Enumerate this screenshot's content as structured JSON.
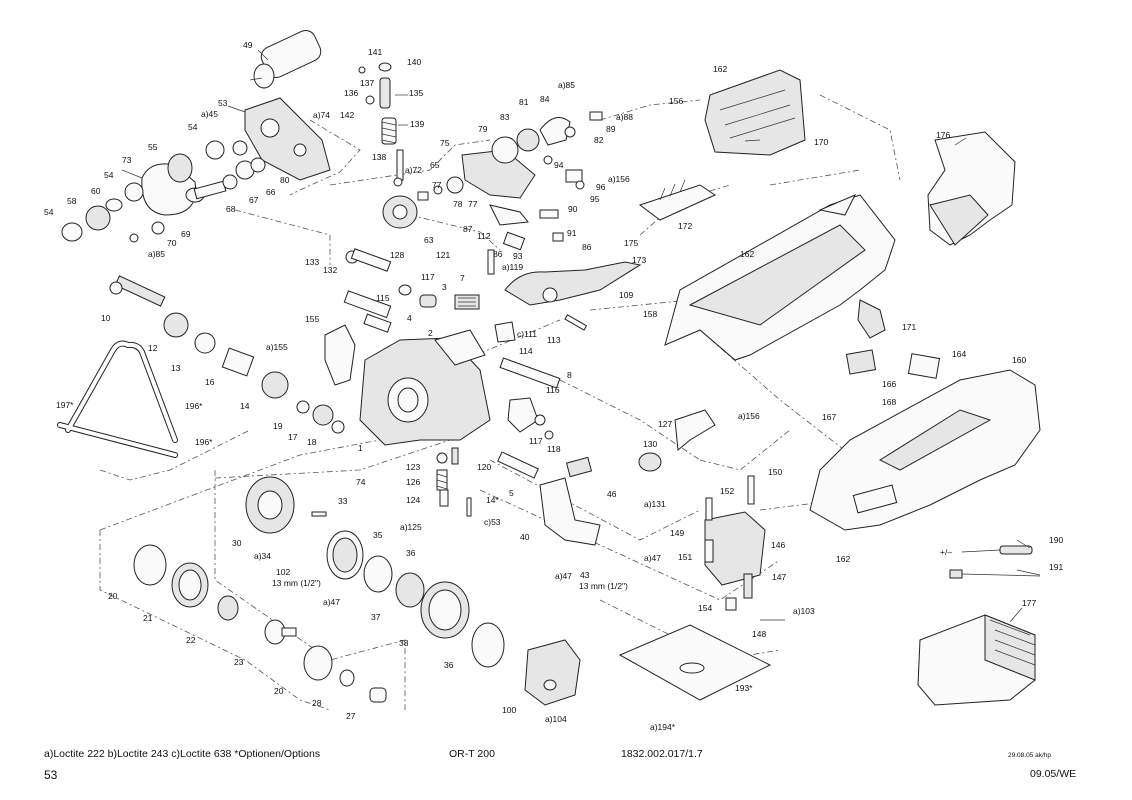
{
  "diagram": {
    "labels": [
      {
        "id": "49",
        "t": "49"
      },
      {
        "id": "141",
        "t": "141"
      },
      {
        "id": "140",
        "t": "140"
      },
      {
        "id": "137",
        "t": "137"
      },
      {
        "id": "135",
        "t": "135"
      },
      {
        "id": "136",
        "t": "136"
      },
      {
        "id": "142",
        "t": "142"
      },
      {
        "id": "139",
        "t": "139"
      },
      {
        "id": "138",
        "t": "138"
      },
      {
        "id": "53",
        "t": "53"
      },
      {
        "id": "45",
        "t": "a)45"
      },
      {
        "id": "74a",
        "t": "a)74"
      },
      {
        "id": "54a",
        "t": "54"
      },
      {
        "id": "55",
        "t": "55"
      },
      {
        "id": "73",
        "t": "73"
      },
      {
        "id": "54b",
        "t": "54"
      },
      {
        "id": "60",
        "t": "60"
      },
      {
        "id": "58",
        "t": "58"
      },
      {
        "id": "54c",
        "t": "54"
      },
      {
        "id": "80",
        "t": "80"
      },
      {
        "id": "66",
        "t": "66"
      },
      {
        "id": "67",
        "t": "67"
      },
      {
        "id": "68",
        "t": "68"
      },
      {
        "id": "69",
        "t": "69"
      },
      {
        "id": "70",
        "t": "70"
      },
      {
        "id": "85a",
        "t": "a)85"
      },
      {
        "id": "72",
        "t": "a)72"
      },
      {
        "id": "77a",
        "t": "77"
      },
      {
        "id": "77b",
        "t": "77"
      },
      {
        "id": "78",
        "t": "78"
      },
      {
        "id": "63",
        "t": "63"
      },
      {
        "id": "65",
        "t": "65"
      },
      {
        "id": "75",
        "t": "75"
      },
      {
        "id": "79",
        "t": "79"
      },
      {
        "id": "83",
        "t": "83"
      },
      {
        "id": "81",
        "t": "81"
      },
      {
        "id": "84",
        "t": "84"
      },
      {
        "id": "85b",
        "t": "a)85"
      },
      {
        "id": "88",
        "t": "a)88"
      },
      {
        "id": "89",
        "t": "89"
      },
      {
        "id": "82",
        "t": "82"
      },
      {
        "id": "94",
        "t": "94"
      },
      {
        "id": "96",
        "t": "96"
      },
      {
        "id": "156a",
        "t": "a)156"
      },
      {
        "id": "95",
        "t": "95"
      },
      {
        "id": "90",
        "t": "90"
      },
      {
        "id": "87",
        "t": "87"
      },
      {
        "id": "91",
        "t": "91"
      },
      {
        "id": "86a",
        "t": "86"
      },
      {
        "id": "86b",
        "t": "86"
      },
      {
        "id": "93",
        "t": "93"
      },
      {
        "id": "162a",
        "t": "162"
      },
      {
        "id": "156b",
        "t": "156"
      },
      {
        "id": "170",
        "t": "170"
      },
      {
        "id": "176",
        "t": "176"
      },
      {
        "id": "172",
        "t": "172"
      },
      {
        "id": "175",
        "t": "175"
      },
      {
        "id": "173",
        "t": "173"
      },
      {
        "id": "162b",
        "t": "162"
      },
      {
        "id": "158",
        "t": "158"
      },
      {
        "id": "171",
        "t": "171"
      },
      {
        "id": "164",
        "t": "164"
      },
      {
        "id": "160",
        "t": "160"
      },
      {
        "id": "166",
        "t": "166"
      },
      {
        "id": "168",
        "t": "168"
      },
      {
        "id": "167",
        "t": "167"
      },
      {
        "id": "156c",
        "t": "a)156"
      },
      {
        "id": "127",
        "t": "127"
      },
      {
        "id": "130",
        "t": "130"
      },
      {
        "id": "131",
        "t": "a)131"
      },
      {
        "id": "46",
        "t": "46"
      },
      {
        "id": "150",
        "t": "150"
      },
      {
        "id": "152",
        "t": "152"
      },
      {
        "id": "149",
        "t": "149"
      },
      {
        "id": "151",
        "t": "151"
      },
      {
        "id": "146",
        "t": "146"
      },
      {
        "id": "147a",
        "t": "147"
      },
      {
        "id": "154",
        "t": "154"
      },
      {
        "id": "148",
        "t": "148"
      },
      {
        "id": "103",
        "t": "a)103"
      },
      {
        "id": "162c",
        "t": "162"
      },
      {
        "id": "190",
        "t": "190"
      },
      {
        "id": "pm",
        "t": "+/–"
      },
      {
        "id": "191",
        "t": "191"
      },
      {
        "id": "177",
        "t": "177"
      },
      {
        "id": "193",
        "t": "193*"
      },
      {
        "id": "194",
        "t": "a)194*"
      },
      {
        "id": "100",
        "t": "100"
      },
      {
        "id": "104",
        "t": "a)104"
      },
      {
        "id": "47a",
        "t": "a)47"
      },
      {
        "id": "47b",
        "t": "a)47"
      },
      {
        "id": "43",
        "t": "43"
      },
      {
        "id": "13mm_a",
        "t": "13 mm (1/2\")"
      },
      {
        "id": "40",
        "t": "40"
      },
      {
        "id": "5",
        "t": "5"
      },
      {
        "id": "14s",
        "t": "14*"
      },
      {
        "id": "53s",
        "t": "c)53"
      },
      {
        "id": "120",
        "t": "120"
      },
      {
        "id": "123",
        "t": "123"
      },
      {
        "id": "126",
        "t": "126"
      },
      {
        "id": "124",
        "t": "124"
      },
      {
        "id": "125",
        "t": "a)125"
      },
      {
        "id": "74b",
        "t": "74"
      },
      {
        "id": "33",
        "t": "33"
      },
      {
        "id": "30",
        "t": "30"
      },
      {
        "id": "34",
        "t": "a)34"
      },
      {
        "id": "35",
        "t": "35"
      },
      {
        "id": "102",
        "t": "102"
      },
      {
        "id": "13mm_b",
        "t": "13 mm (1/2\")"
      },
      {
        "id": "47c",
        "t": "a)47"
      },
      {
        "id": "36a",
        "t": "36"
      },
      {
        "id": "37",
        "t": "37"
      },
      {
        "id": "38",
        "t": "38"
      },
      {
        "id": "36b",
        "t": "36"
      },
      {
        "id": "20a",
        "t": "20"
      },
      {
        "id": "21",
        "t": "21"
      },
      {
        "id": "22",
        "t": "22"
      },
      {
        "id": "23",
        "t": "23"
      },
      {
        "id": "20b",
        "t": "20"
      },
      {
        "id": "28",
        "t": "28"
      },
      {
        "id": "27",
        "t": "27"
      },
      {
        "id": "197",
        "t": "197*"
      },
      {
        "id": "196a",
        "t": "196*"
      },
      {
        "id": "196b",
        "t": "196*"
      },
      {
        "id": "10",
        "t": "10"
      },
      {
        "id": "12",
        "t": "12"
      },
      {
        "id": "13",
        "t": "13"
      },
      {
        "id": "16",
        "t": "16"
      },
      {
        "id": "14",
        "t": "14"
      },
      {
        "id": "19",
        "t": "19"
      },
      {
        "id": "17a",
        "t": "17"
      },
      {
        "id": "18",
        "t": "18"
      },
      {
        "id": "1",
        "t": "1"
      },
      {
        "id": "155",
        "t": "155"
      },
      {
        "id": "155a",
        "t": "a)155"
      },
      {
        "id": "128",
        "t": "128"
      },
      {
        "id": "133",
        "t": "133"
      },
      {
        "id": "132",
        "t": "132"
      },
      {
        "id": "117a",
        "t": "117"
      },
      {
        "id": "3",
        "t": "3"
      },
      {
        "id": "115",
        "t": "115"
      },
      {
        "id": "4",
        "t": "4"
      },
      {
        "id": "2",
        "t": "2"
      },
      {
        "id": "121",
        "t": "121"
      },
      {
        "id": "7",
        "t": "7"
      },
      {
        "id": "112",
        "t": "112"
      },
      {
        "id": "119",
        "t": "a)119"
      },
      {
        "id": "109",
        "t": "109"
      },
      {
        "id": "111",
        "t": "c)111"
      },
      {
        "id": "113",
        "t": "113"
      },
      {
        "id": "114",
        "t": "114"
      },
      {
        "id": "8",
        "t": "8"
      },
      {
        "id": "116",
        "t": "116"
      },
      {
        "id": "117b",
        "t": "117"
      },
      {
        "id": "118",
        "t": "118"
      }
    ]
  },
  "footer": {
    "notes": "a)Loctite 222   b)Loctite 243   c)Loctite 638     *Optionen/Options",
    "model": "OR-T 200",
    "doc_number": "1832.002.017/1.7",
    "date_code": "29.08.05 ak/hp",
    "page": "53",
    "edition": "09.05/WE"
  }
}
